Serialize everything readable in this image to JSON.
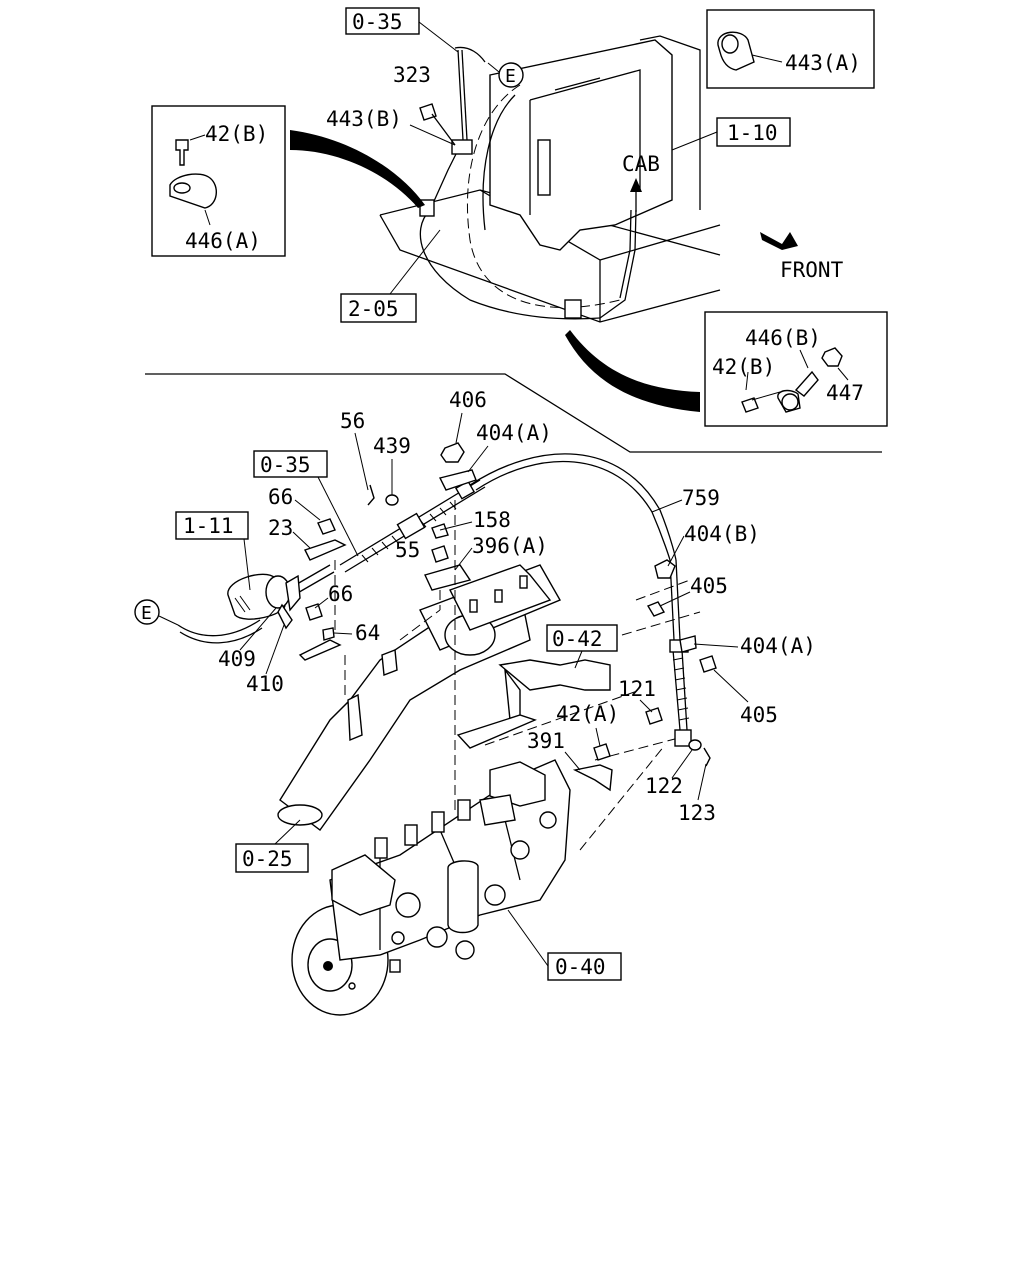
{
  "callouts": {
    "c_035_top": "0-35",
    "c_110": "1-10",
    "c_205": "2-05",
    "c_035_mid": "0-35",
    "c_111": "1-11",
    "c_042": "0-42",
    "c_025": "0-25",
    "c_040": "0-40"
  },
  "parts": {
    "p323": "323",
    "p443b": "443(B)",
    "p42b_left": "42(B)",
    "p446a": "446(A)",
    "p443a": "443(A)",
    "p446b": "446(B)",
    "p42b_right": "42(B)",
    "p447": "447",
    "p56": "56",
    "p406": "406",
    "p439": "439",
    "p404a_top": "404(A)",
    "p759": "759",
    "p66_top": "66",
    "p23": "23",
    "p158": "158",
    "p55": "55",
    "p396a": "396(A)",
    "p404b": "404(B)",
    "p405_top": "405",
    "p66_bot": "66",
    "p64": "64",
    "p404a_mid": "404(A)",
    "p409": "409",
    "p410": "410",
    "p121": "121",
    "p42a": "42(A)",
    "p405_bot": "405",
    "p391": "391",
    "p122": "122",
    "p123": "123"
  },
  "markers": {
    "e_top": "E",
    "e_left": "E"
  },
  "directions": {
    "cab": "CAB",
    "front": "FRONT"
  }
}
